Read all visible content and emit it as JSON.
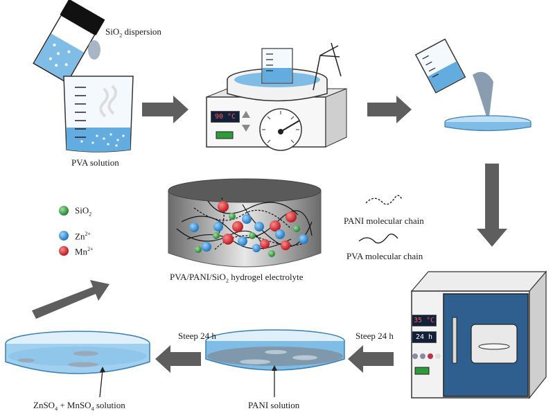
{
  "labels": {
    "sio2_dispersion": {
      "pre": "SiO",
      "sub": "2",
      "post": " dispersion"
    },
    "pva_solution": "PVA solution",
    "heater_temp": "90 °C",
    "oven_temp": "35 °C",
    "oven_time": "24 h",
    "steep1": "Steep 24 h",
    "steep2": "Steep 24 h",
    "pani_solution": "PANI solution",
    "znso4_mnso4": {
      "a": "ZnSO",
      "a_sub": "4",
      "b": " + MnSO",
      "b_sub": "4",
      "c": " solution"
    },
    "pani_chain": "PANI molecular chain",
    "pva_chain": "PVA molecular chain",
    "hydrogel": {
      "pre": "PVA/PANI/SiO",
      "sub": "2",
      "post": " hydrogel electrolyte"
    }
  },
  "legend": [
    {
      "key": "sio2",
      "pre": "SiO",
      "sub": "2",
      "sup": "",
      "color": "#2e9a3a"
    },
    {
      "key": "zn",
      "pre": "Zn",
      "sub": "",
      "sup": "2+",
      "color": "#2a8fd8"
    },
    {
      "key": "mn",
      "pre": "Mn",
      "sub": "",
      "sup": "2+",
      "color": "#d4202a"
    }
  ],
  "colors": {
    "liquid": "#6fb3e0",
    "arrow": "#5e5e5e",
    "oven_door": "#2e5f8e",
    "display_bg": "#13203a",
    "display_red": "#ff5a5a"
  }
}
